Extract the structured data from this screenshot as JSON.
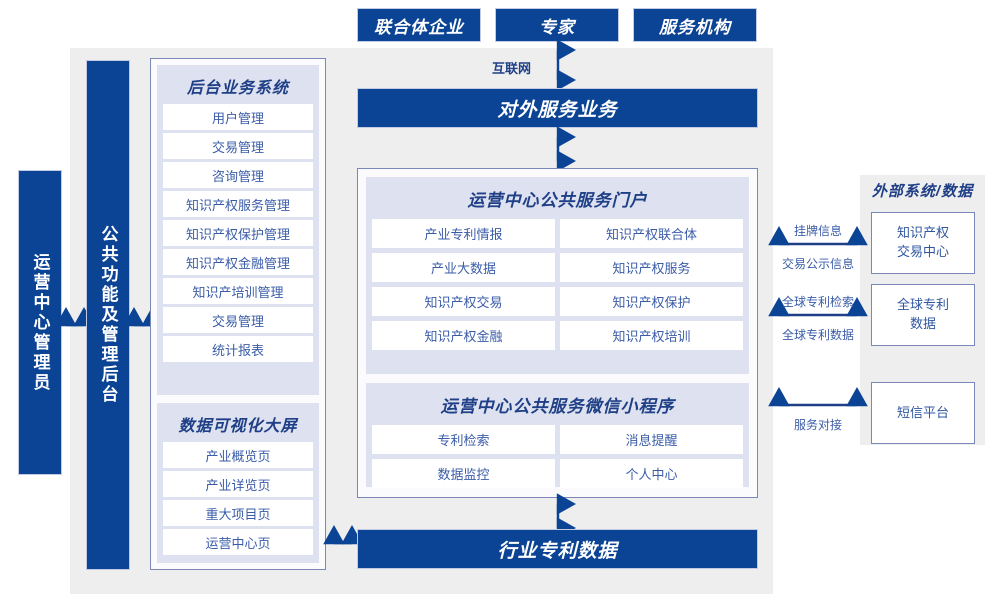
{
  "top_actors": [
    {
      "label": "联合体企业"
    },
    {
      "label": "专家"
    },
    {
      "label": "服务机构"
    }
  ],
  "network_label": "互联网",
  "external_service_bar": "对外服务业务",
  "industry_patent_bar": "行业专利数据",
  "left_columns": [
    {
      "label": "运营中心管理员"
    },
    {
      "label": "公共功能及管理后台"
    }
  ],
  "backend_group": {
    "title": "后台业务系统",
    "items": [
      {
        "label": "用户管理"
      },
      {
        "label": "交易管理"
      },
      {
        "label": "咨询管理"
      },
      {
        "label": "知识产权服务管理"
      },
      {
        "label": "知识产权保护管理"
      },
      {
        "label": "知识产权金融管理"
      },
      {
        "label": "知识产培训管理"
      },
      {
        "label": "交易管理"
      },
      {
        "label": "统计报表"
      }
    ]
  },
  "visual_group": {
    "title": "数据可视化大屏",
    "items": [
      {
        "label": "产业概览页"
      },
      {
        "label": "产业详览页"
      },
      {
        "label": "重大项目页"
      },
      {
        "label": "运营中心页"
      }
    ]
  },
  "portal_group": {
    "title": "运营中心公共服务门户",
    "items": [
      {
        "label": "产业专利情报"
      },
      {
        "label": "知识产权联合体"
      },
      {
        "label": "产业大数据"
      },
      {
        "label": "知识产权服务"
      },
      {
        "label": "知识产权交易"
      },
      {
        "label": "知识产权保护"
      },
      {
        "label": "知识产权金融"
      },
      {
        "label": "知识产权培训"
      }
    ]
  },
  "miniprogram_group": {
    "title": "运营中心公共服务微信小程序",
    "items": [
      {
        "label": "专利检索"
      },
      {
        "label": "消息提醒"
      },
      {
        "label": "数据监控"
      },
      {
        "label": "个人中心"
      }
    ]
  },
  "external_panel": {
    "title": "外部系统/数据",
    "boxes": [
      {
        "label": "知识产权\n交易中心"
      },
      {
        "label": "全球专利\n数据"
      },
      {
        "label": "短信平台"
      }
    ],
    "connections": [
      {
        "above": "挂牌信息",
        "below": "交易公示信息"
      },
      {
        "above": "全球专利检索",
        "below": "全球专利数据"
      },
      {
        "above": "",
        "below": "服务对接"
      }
    ]
  },
  "colors": {
    "brand_blue": "#0b4395",
    "panel_gray": "#eeeeee",
    "group_lavender": "#dde1f0",
    "frame_border": "#7b87b8",
    "text_blue": "#3a5ca8"
  }
}
